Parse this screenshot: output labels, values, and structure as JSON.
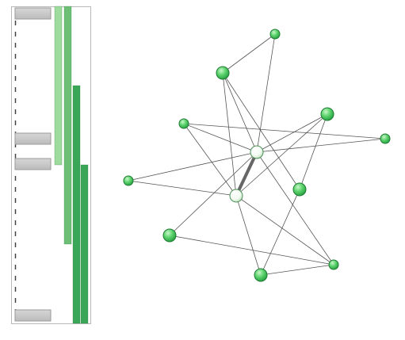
{
  "colors": {
    "panel_border": "#b8b8b8",
    "track_dash": "#444444",
    "marker_fill": "#c8c8c8",
    "marker_stroke": "#9a9a9a",
    "bar_light": "#9ddc9d",
    "bar_medium": "#6cbf75",
    "bar_dark": "#3aa657",
    "edge": "#555555",
    "edge_strong": "#666666",
    "node_green": "#43c75a",
    "node_green_highlight": "#b8f0b8",
    "node_white": "#ffffff",
    "node_white_shade": "#cfe8cf"
  },
  "panel": {
    "markers": [
      {
        "id": "marker-1"
      },
      {
        "id": "marker-2"
      },
      {
        "id": "marker-3"
      },
      {
        "id": "marker-4"
      }
    ],
    "bars": [
      {
        "id": "bar-1",
        "tone": "bar_light"
      },
      {
        "id": "bar-2",
        "tone": "bar_medium"
      },
      {
        "id": "bar-3",
        "tone": "bar_dark"
      },
      {
        "id": "bar-4",
        "tone": "bar_dark"
      }
    ]
  },
  "graph": {
    "nodes": [
      {
        "id": "n1",
        "kind": "green"
      },
      {
        "id": "n2",
        "kind": "green"
      },
      {
        "id": "n3",
        "kind": "green"
      },
      {
        "id": "n4",
        "kind": "green"
      },
      {
        "id": "n5",
        "kind": "green"
      },
      {
        "id": "hub-a",
        "kind": "white"
      },
      {
        "id": "n6",
        "kind": "green"
      },
      {
        "id": "n7",
        "kind": "green"
      },
      {
        "id": "hub-b",
        "kind": "white"
      },
      {
        "id": "n8",
        "kind": "green"
      },
      {
        "id": "n9",
        "kind": "green"
      },
      {
        "id": "n10",
        "kind": "green"
      }
    ],
    "edges": [
      [
        "n1",
        "n2"
      ],
      [
        "n1",
        "hub-a"
      ],
      [
        "n2",
        "hub-a"
      ],
      [
        "n2",
        "hub-b"
      ],
      [
        "n2",
        "n7"
      ],
      [
        "n3",
        "hub-a"
      ],
      [
        "n3",
        "n7"
      ],
      [
        "n4",
        "hub-a"
      ],
      [
        "n4",
        "n5"
      ],
      [
        "n4",
        "hub-b"
      ],
      [
        "n5",
        "hub-a"
      ],
      [
        "hub-a",
        "n6"
      ],
      [
        "hub-a",
        "n9"
      ],
      [
        "hub-a",
        "n8"
      ],
      [
        "hub-a",
        "hub-b",
        "strong"
      ],
      [
        "n6",
        "hub-b"
      ],
      [
        "hub-b",
        "n9"
      ],
      [
        "hub-b",
        "n10"
      ],
      [
        "n7",
        "n10"
      ],
      [
        "n9",
        "n8"
      ],
      [
        "n9",
        "n10"
      ],
      [
        "n3",
        "hub-b"
      ]
    ]
  }
}
